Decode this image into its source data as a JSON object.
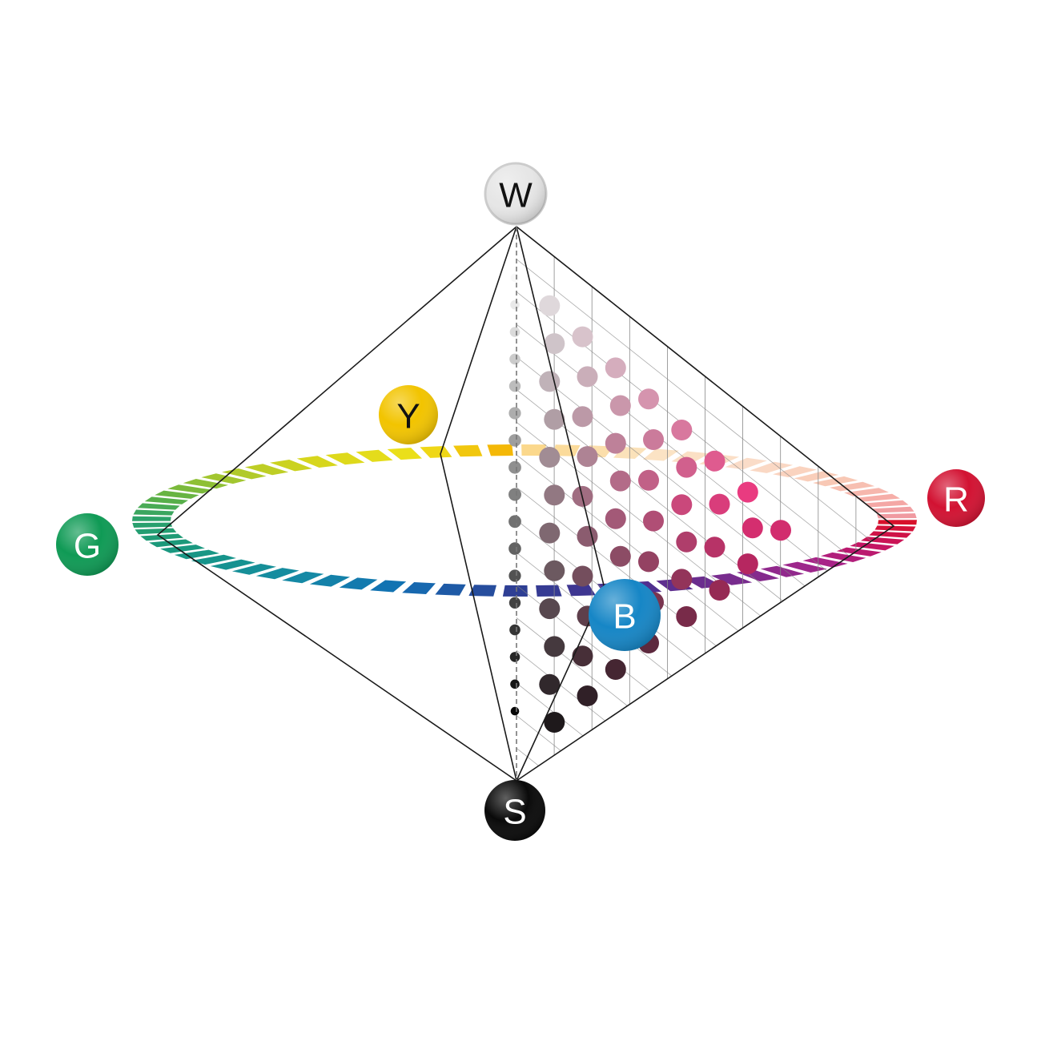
{
  "poles": {
    "white": {
      "label": "W",
      "color": "#e6e6e6",
      "text_color": "#111111"
    },
    "black": {
      "label": "S",
      "color": "#0a0a0a",
      "text_color": "#ffffff"
    }
  },
  "primaries": {
    "yellow": {
      "label": "Y",
      "color": "#f2c400",
      "text_color": "#111111"
    },
    "red": {
      "label": "R",
      "color": "#d21232",
      "text_color": "#ffffff"
    },
    "green": {
      "label": "G",
      "color": "#0f9a55",
      "text_color": "#ffffff"
    },
    "blue": {
      "label": "B",
      "color": "#1686c6",
      "text_color": "#ffffff"
    }
  },
  "hue_ring_colors": [
    "#f6a800",
    "#f7c27b",
    "#f5b186",
    "#f08a5e",
    "#e9433b",
    "#d8112b",
    "#c8135e",
    "#a7248a",
    "#7b2c8e",
    "#4b2f8f",
    "#2e3f94",
    "#1270b4",
    "#158aa4",
    "#16948c",
    "#1d9a78",
    "#2da26a",
    "#5fb244",
    "#a6c72e",
    "#d6d51c",
    "#ede01a"
  ],
  "page_slice_hue": "magenta-red",
  "colors": {
    "grey_axis_light": "#f4f4f4",
    "grey_axis_dark": "#0a0a0a",
    "slice_full_chroma": "#e8327a",
    "outline": "#1a1a1a"
  }
}
